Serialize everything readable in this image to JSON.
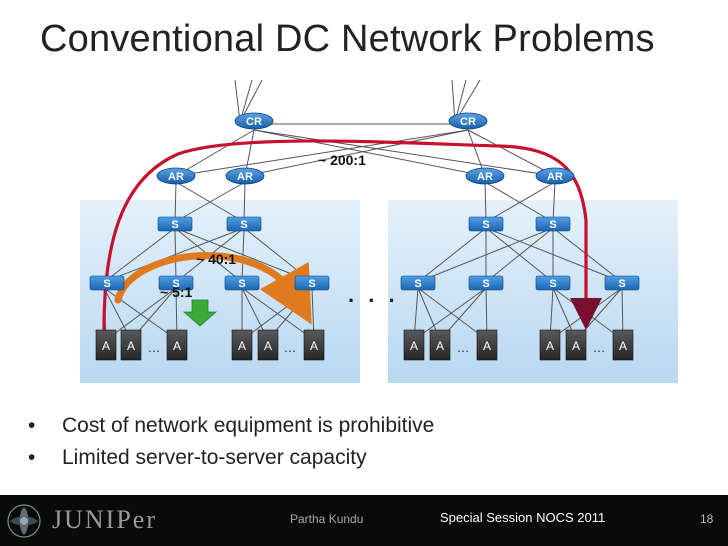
{
  "slide": {
    "title": "Conventional DC Network Problems"
  },
  "diagram": {
    "core_router_label": "CR",
    "access_router_label": "AR",
    "switch_label": "S",
    "server_label": "A",
    "server_ellipsis": "…",
    "rack_gap": ". . .",
    "ratios": {
      "core": "~ 200:1",
      "aggregation": "~ 40:1",
      "rack": "~ 5:1"
    },
    "colors": {
      "router": "#1f6fc0",
      "switch": "#2a7fd0",
      "server": "#3a3a3a",
      "pod_bg": "#cfe5f7",
      "red_arrow": "#c8102e",
      "orange_arrow": "#e07a1f",
      "green_arrow": "#3caa3a"
    }
  },
  "bullets": [
    "Cost of network equipment is prohibitive",
    "Limited server-to-server capacity"
  ],
  "footer": {
    "logo_text": "JUNIPer",
    "author": "Partha Kundu",
    "session": "Special Session   NOCS 2011",
    "page_number": "18"
  }
}
